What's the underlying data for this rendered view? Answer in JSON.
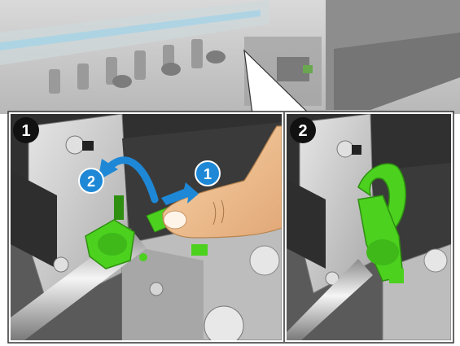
{
  "steps": {
    "panel_1_number": "1",
    "panel_2_number": "2",
    "arrow_1_number": "1",
    "arrow_2_number": "2"
  },
  "colors": {
    "black_badge": "#111111",
    "blue_badge": "#1e88d6",
    "latch_green": "#4cd11f",
    "finger": "#f2c596",
    "metal": "#cfcfcf",
    "background_gray": "#bdbdbd"
  },
  "icons": {
    "rotate_arrow": "curved-arrow-icon",
    "push_arrow": "straight-arrow-icon"
  }
}
